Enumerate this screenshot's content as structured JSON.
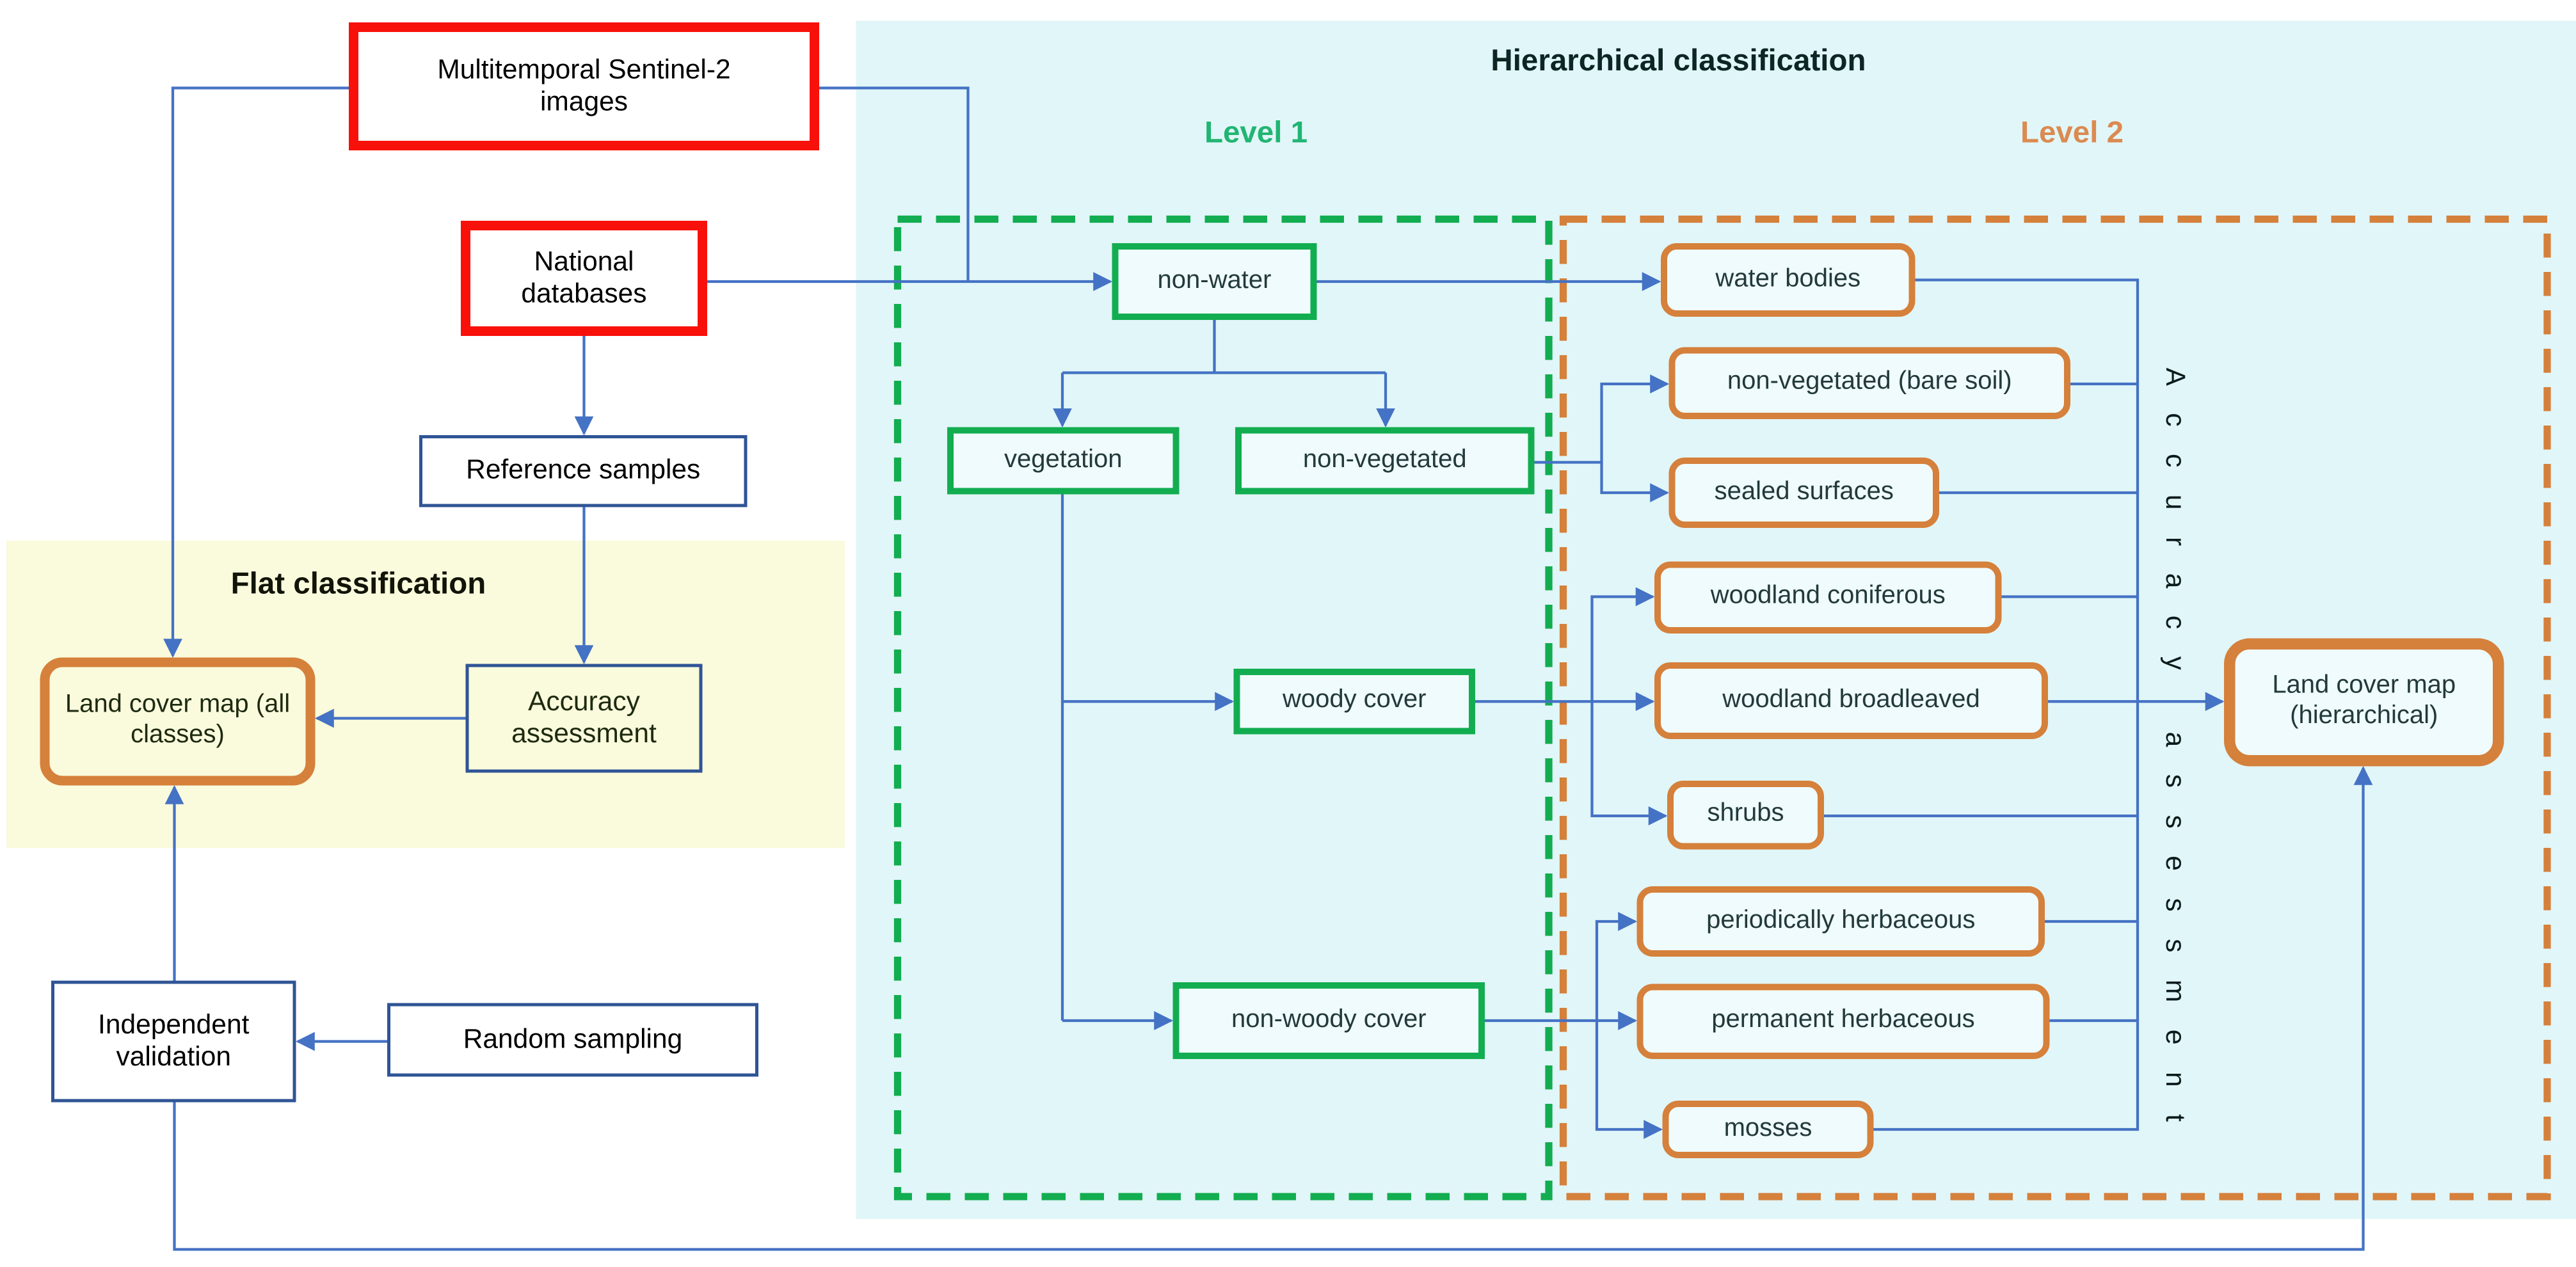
{
  "colors": {
    "line_blue": "#4472C4",
    "red_border": "#F8100A",
    "navy_border": "#2F5496",
    "green_border": "#12AD50",
    "green_label": "#21B573",
    "orange_border": "#D5803B",
    "orange_label": "#DB8A50",
    "cyan_background": "#E1F6F8",
    "yellow_background": "#FAFADC"
  },
  "flat": {
    "title": "Flat classification",
    "sentinel_images": "Multitemporal Sentinel-2 images",
    "national_databases": "National databases",
    "reference_samples": "Reference samples",
    "land_cover_map": "Land cover map (all classes)",
    "accuracy_assessment": "Accuracy assessment",
    "independent_validation": "Independent validation",
    "random_sampling": "Random sampling"
  },
  "hier": {
    "title": "Hierarchical classification",
    "level1_label": "Level 1",
    "level2_label": "Level 2",
    "level1": {
      "non_water": "non-water",
      "vegetation": "vegetation",
      "non_vegetated": "non-vegetated",
      "woody_cover": "woody cover",
      "non_woody_cover": "non-woody cover"
    },
    "level2": {
      "water_bodies": "water bodies",
      "bare_soil": "non-vegetated (bare soil)",
      "sealed_surfaces": "sealed surfaces",
      "woodland_coniferous": "woodland coniferous",
      "woodland_broadleaved": "woodland broadleaved",
      "shrubs": "shrubs",
      "periodically_herbaceous": "periodically herbaceous",
      "permanent_herbaceous": "permanent herbaceous",
      "mosses": "mosses"
    },
    "accuracy_assessment_vertical": "Accuracy assessment",
    "land_cover_map": "Land cover map (hierarchical)"
  }
}
